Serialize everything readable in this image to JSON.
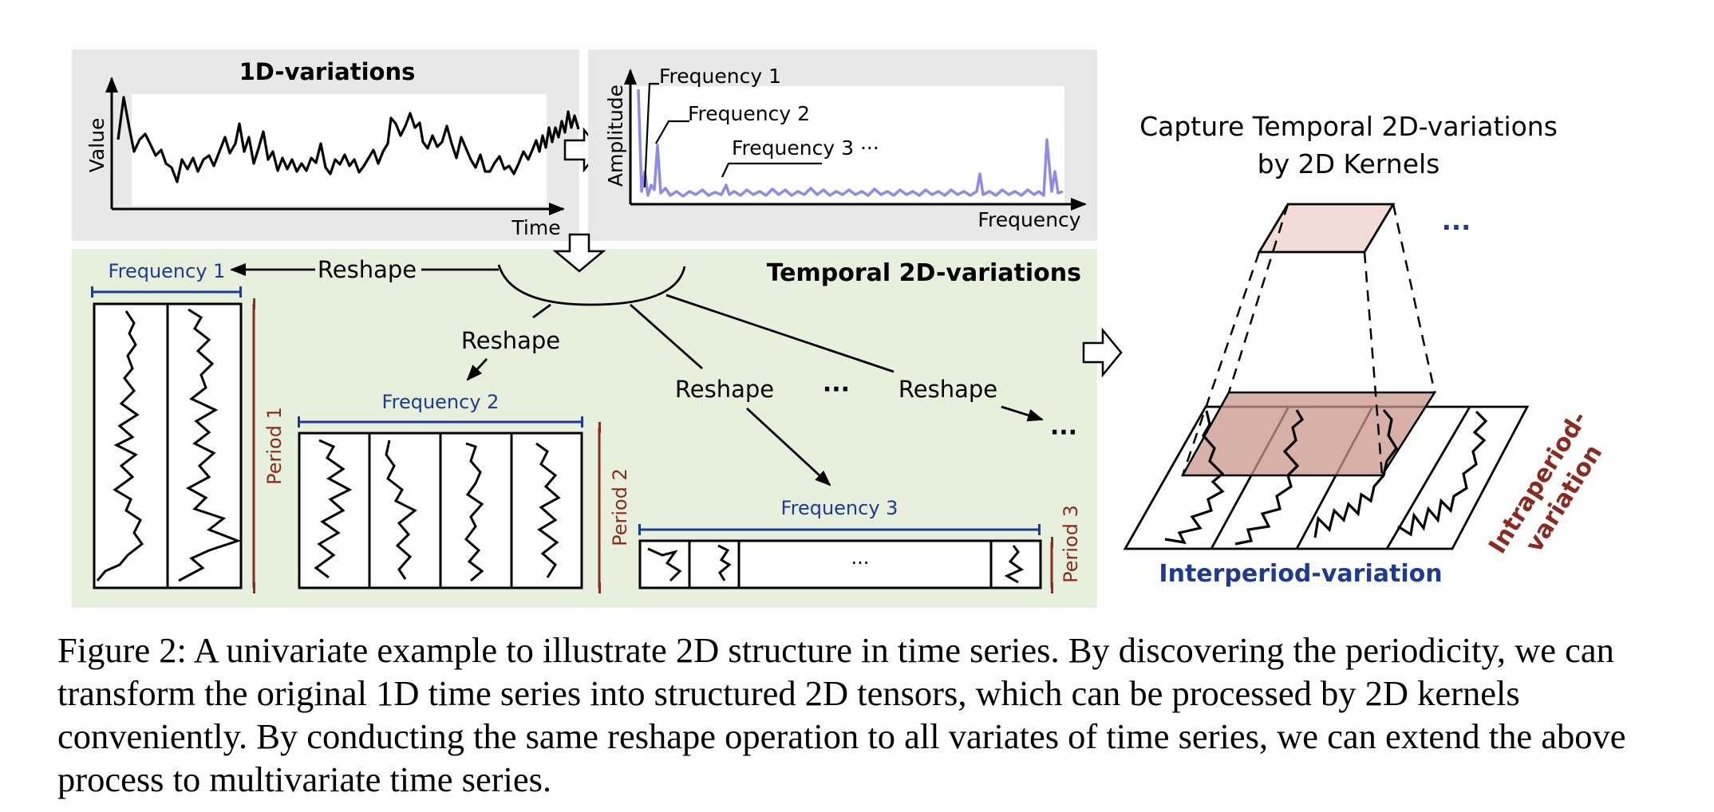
{
  "figure": {
    "panel_1d": {
      "title": "1D-variations",
      "y_label": "Value",
      "x_label": "Time"
    },
    "panel_freq": {
      "y_label": "Amplitude",
      "x_label": "Frequency",
      "annotations": [
        "Frequency 1",
        "Frequency 2",
        "Frequency 3 ···"
      ]
    },
    "panel_2d": {
      "title": "Temporal 2D-variations",
      "reshape_label": "Reshape",
      "ellipsis": "···",
      "blocks": [
        {
          "frequency": "Frequency 1",
          "period": "Period 1"
        },
        {
          "frequency": "Frequency 2",
          "period": "Period 2"
        },
        {
          "frequency": "Frequency 3",
          "period": "Period 3"
        }
      ]
    },
    "kernel_panel": {
      "title_line1": "Capture Temporal 2D-variations",
      "title_line2": "by 2D Kernels",
      "ellipsis": "···",
      "interperiod_label": "Interperiod-variation",
      "intraperiod_label_1": "Intraperiod-",
      "intraperiod_label_2": "variation"
    },
    "colors": {
      "panel_gray": "#e8e8e8",
      "panel_green": "#e7f0dc",
      "spectrum": "#8c8ce8",
      "frequency_blue": "#1f3a93",
      "period_red": "#8b2a1e",
      "kernel_fill": "#c9968b"
    }
  },
  "caption": {
    "text": "Figure 2: A univariate example to illustrate 2D structure in time series. By discovering the periodicity, we can transform the original 1D time series into structured 2D tensors, which can be processed by 2D kernels conveniently. By conducting the same reshape operation to all variates of time series, we can extend the above process to multivariate time series."
  }
}
